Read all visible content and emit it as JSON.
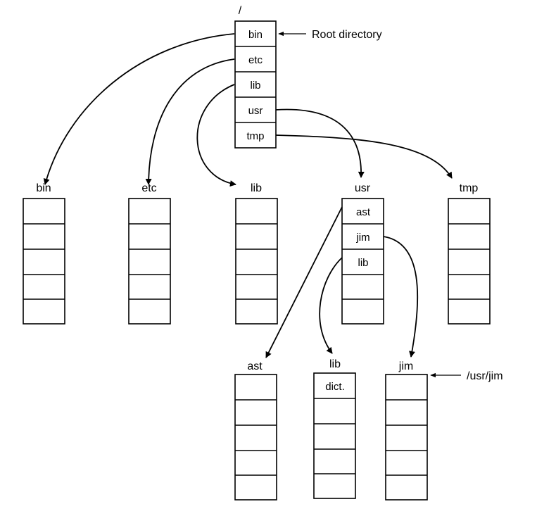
{
  "root": {
    "label": "/",
    "entries": [
      "bin",
      "etc",
      "lib",
      "usr",
      "tmp"
    ],
    "annotation": "Root directory"
  },
  "level1": [
    {
      "label": "bin",
      "entries": [
        "",
        "",
        "",
        "",
        ""
      ]
    },
    {
      "label": "etc",
      "entries": [
        "",
        "",
        "",
        "",
        ""
      ]
    },
    {
      "label": "lib",
      "entries": [
        "",
        "",
        "",
        "",
        ""
      ]
    },
    {
      "label": "usr",
      "entries": [
        "ast",
        "jim",
        "lib",
        "",
        ""
      ]
    },
    {
      "label": "tmp",
      "entries": [
        "",
        "",
        "",
        "",
        ""
      ]
    }
  ],
  "level2": [
    {
      "label": "ast",
      "entries": [
        "",
        "",
        "",
        "",
        ""
      ]
    },
    {
      "label": "lib",
      "entries": [
        "dict.",
        "",
        "",
        "",
        ""
      ]
    },
    {
      "label": "jim",
      "entries": [
        "",
        "",
        "",
        "",
        ""
      ]
    }
  ],
  "path_annotation": "/usr/jim"
}
